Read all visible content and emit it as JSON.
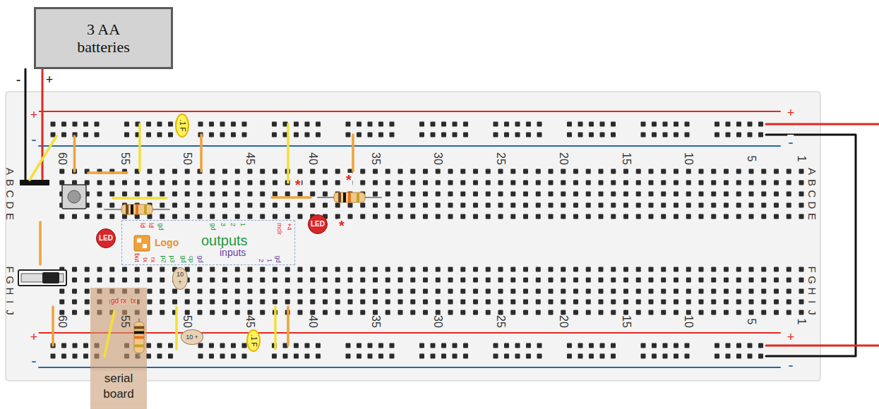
{
  "diagram": {
    "nodes": [
      {
        "text": [
          "3 AA batteries"
        ]
      },
      {
        "text": [
          ".1 F"
        ]
      },
      {
        "text": [
          "LED"
        ]
      },
      {
        "text": [
          "LED"
        ]
      },
      {
        "text": [
          "ld",
          "ld",
          "gd",
          "gd",
          "3",
          "2",
          "1",
          "mclr",
          "+4",
          "Logo",
          "outputs",
          "inputs",
          "but",
          "tx",
          "rx",
          "p2",
          "p3",
          "gd",
          "cp",
          "gd",
          "2",
          "1",
          "gd"
        ]
      },
      {
        "text": [
          "10",
          "+"
        ]
      },
      {
        "text": [
          "gd",
          "rx",
          "tx",
          "serial board"
        ]
      },
      {
        "text": [
          ".1 F"
        ]
      },
      {
        "text": [
          "10",
          "+"
        ]
      }
    ],
    "labels": [
      "-",
      "+",
      "+",
      "-",
      "+",
      "-",
      "60",
      "55",
      "50",
      "45",
      "40",
      "35",
      "30",
      "25",
      "20",
      "15",
      "10",
      "5",
      "1",
      "A",
      "B",
      "C",
      "D",
      "E",
      "A",
      "B",
      "C",
      "D",
      "E",
      "F",
      "G",
      "H",
      "I",
      "J",
      "F",
      "G",
      "H",
      "I",
      "J",
      "60",
      "55",
      "50",
      "45",
      "40",
      "35",
      "30",
      "25",
      "20",
      "15",
      "10",
      "5",
      "1",
      "+",
      "-",
      "+",
      "-",
      "*",
      "*",
      "*"
    ]
  }
}
